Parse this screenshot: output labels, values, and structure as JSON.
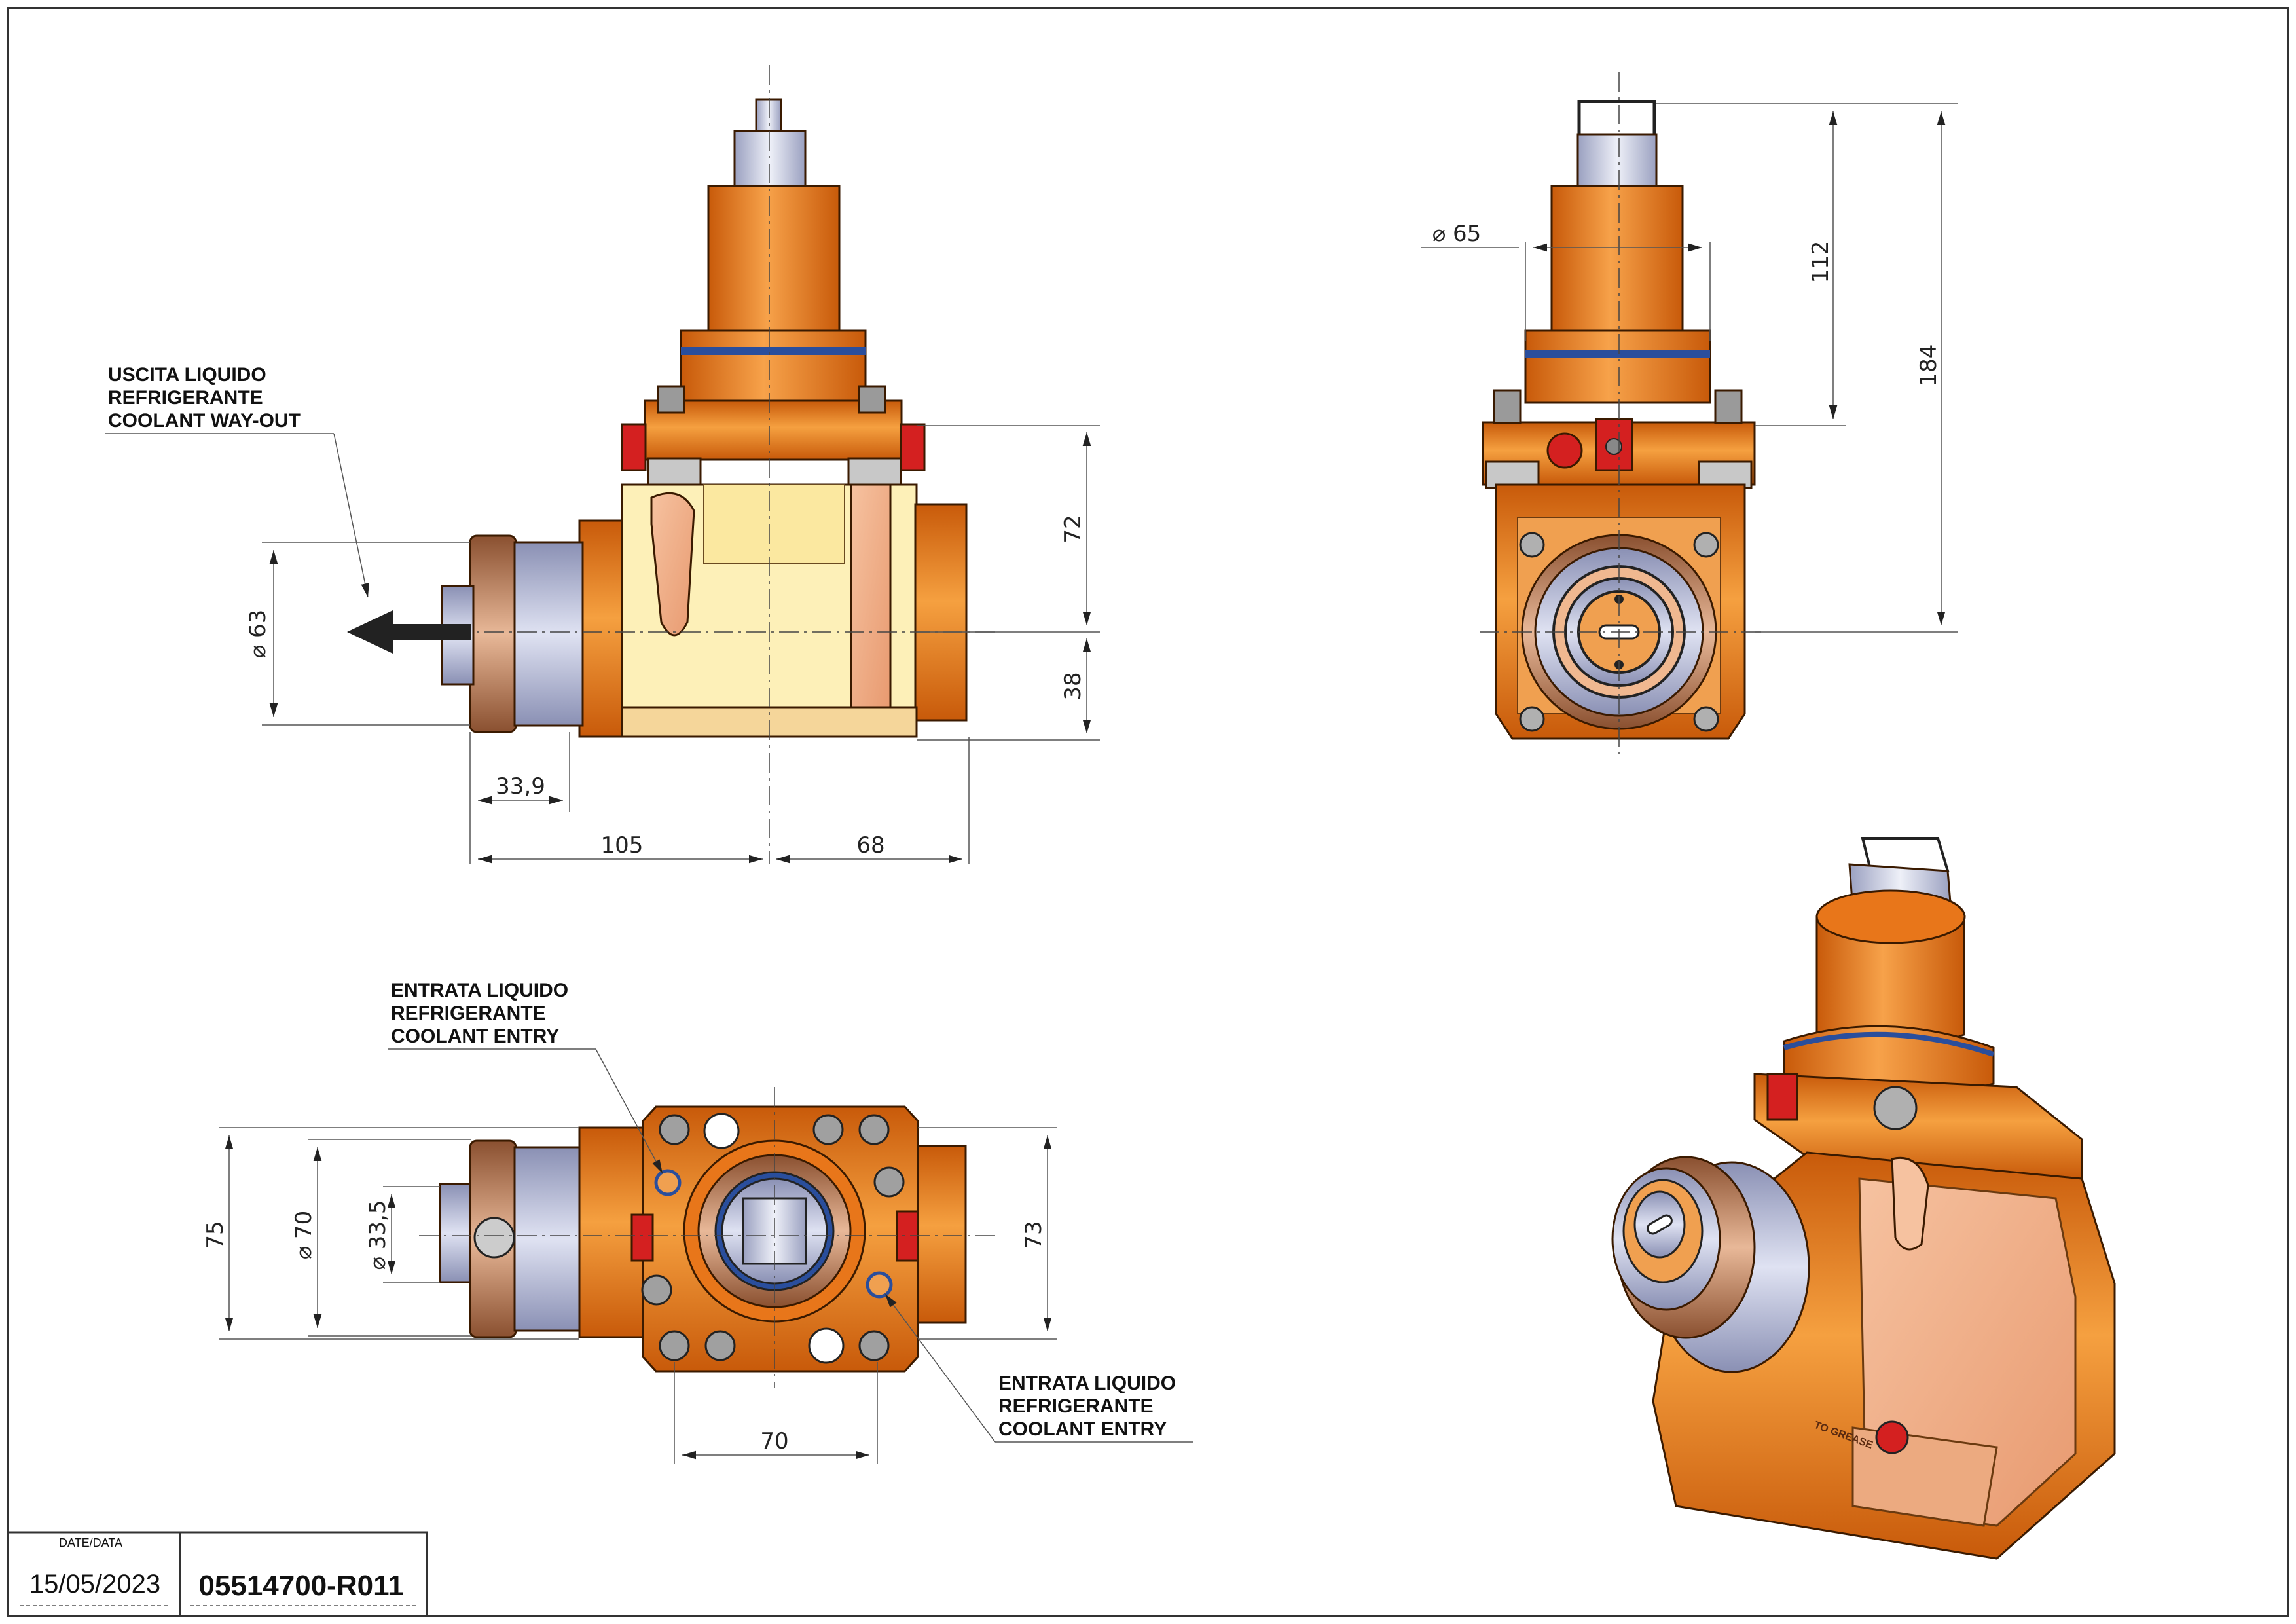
{
  "title_block": {
    "date_label": "DATE/DATA",
    "date": "15/05/2023",
    "code": "05514700-R011"
  },
  "notes": {
    "coolant_out": [
      "USCITA LIQUIDO",
      "REFRIGERANTE",
      "COOLANT WAY-OUT"
    ],
    "coolant_entry_1": [
      "ENTRATA LIQUIDO",
      "REFRIGERANTE",
      "COOLANT ENTRY"
    ],
    "coolant_entry_2": [
      "ENTRATA LIQUIDO",
      "REFRIGERANTE",
      "COOLANT ENTRY"
    ],
    "iso_label": "TO GREASE"
  },
  "dimensions": {
    "front": {
      "d63": "63",
      "h72": "72",
      "h38": "38",
      "w33_9": "33,9",
      "w105": "105",
      "w68": "68"
    },
    "side": {
      "d65": "65",
      "h112": "112",
      "h184": "184"
    },
    "top": {
      "h75": "75",
      "d70": "70",
      "d33_5": "33,5",
      "h73": "73",
      "w70": "70"
    }
  },
  "colors": {
    "orange": "#e8761a",
    "orange_light": "#f5a040",
    "yellow_body": "#fdf0b8",
    "steel": "#b8bedc",
    "bronze": "#c98860",
    "seal_blue": "#2a4e9c",
    "red": "#d42020"
  }
}
